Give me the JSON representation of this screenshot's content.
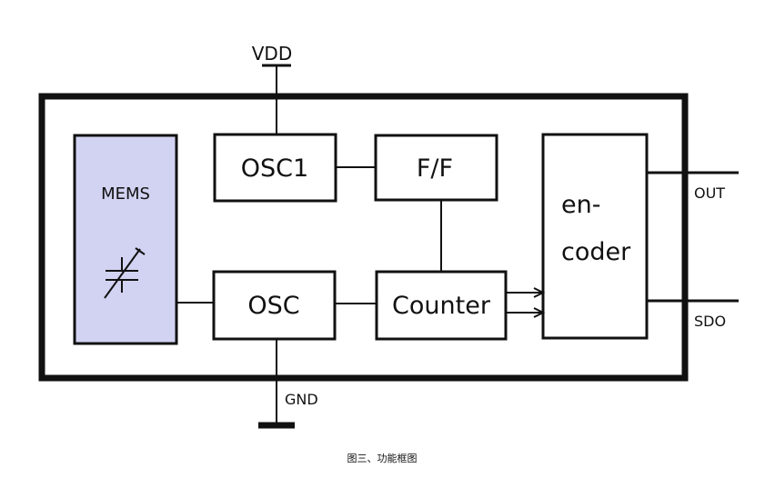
{
  "pins": {
    "vdd": "VDD",
    "gnd": "GND",
    "out": "OUT",
    "sdo": "SDO"
  },
  "blocks": {
    "mems": "MEMS",
    "osc1": "OSC1",
    "ff": "F/F",
    "osc": "OSC",
    "counter": "Counter",
    "encoder_line1": "en-",
    "encoder_line2": "coder"
  },
  "icons": {
    "mems_symbol": "variable-capacitor-icon"
  },
  "colors": {
    "mems_fill": "#d2d2f2",
    "line": "#111111"
  },
  "caption": "图三、功能框图"
}
